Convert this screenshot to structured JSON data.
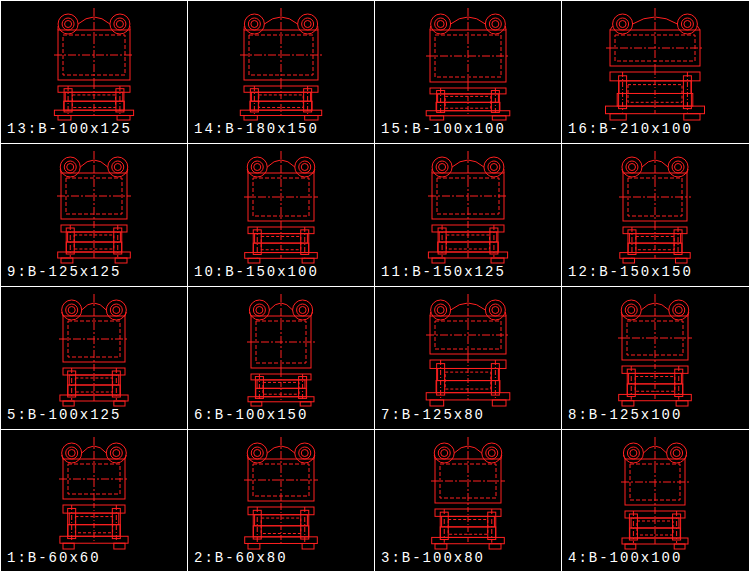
{
  "diagram": {
    "labels": [
      "13:B-100x125",
      "14:B-180x150",
      "15:B-100x100",
      "16:B-210x100",
      "9:B-125x125",
      "10:B-150x100",
      "11:B-150x125",
      "12:B-150x150",
      "5:B-100x125",
      "6:B-100x150",
      "7:B-125x80",
      "8:B-125x100",
      "1:B-60x60",
      "2:B-60x80",
      "3:B-100x80",
      "4:B-100x100"
    ]
  }
}
